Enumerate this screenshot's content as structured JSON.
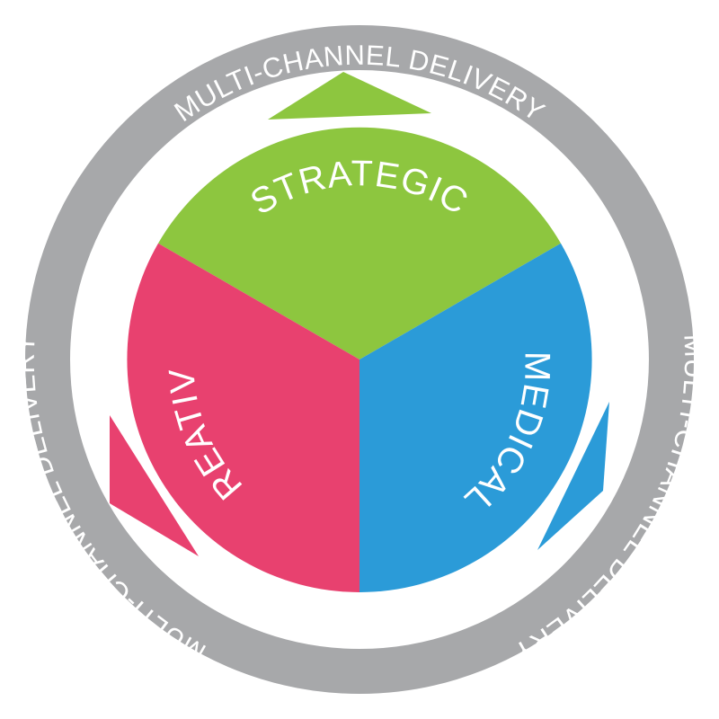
{
  "ring": {
    "label_top": "MULTI-CHANNEL DELIVERY",
    "label_right": "MULTI-CHANNEL DELIVERY",
    "label_left": "MULTI-CHANNEL DELIVERY",
    "color": "#a7a8aa"
  },
  "segments": [
    {
      "label": "STRATEGIC",
      "color": "#8dc63f"
    },
    {
      "label": "MEDICAL",
      "color": "#2b9bd8"
    },
    {
      "label": "CREATIVE",
      "color": "#e8416f"
    }
  ]
}
